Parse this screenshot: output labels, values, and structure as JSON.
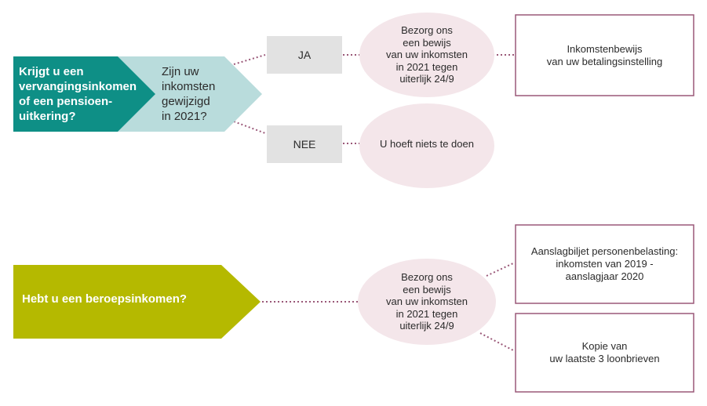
{
  "section1": {
    "question": "Krijgt u een vervangingsinkomen of een pensioen-uitkering?",
    "question_lines": [
      "Krijgt u een",
      "vervangingsinkomen",
      "of een pensioen-",
      "uitkering?"
    ],
    "subquestion_lines": [
      "Zijn uw",
      "inkomsten",
      "gewijzigd",
      "in 2021?"
    ],
    "yes_label": "JA",
    "no_label": "NEE",
    "yes_action_lines": [
      "Bezorg ons",
      "een bewijs",
      "van uw inkomsten",
      "in 2021 tegen",
      "uiterlijk 24/9"
    ],
    "no_action": "U hoeft niets te doen",
    "yes_document_lines": [
      "Inkomstenbewijs",
      "van uw betalingsinstelling"
    ]
  },
  "section2": {
    "question": "Hebt u een beroepsinkomen?",
    "action_lines": [
      "Bezorg ons",
      "een bewijs",
      "van uw inkomsten",
      "in 2021 tegen",
      "uiterlijk 24/9"
    ],
    "document1_lines": [
      "Aanslagbiljet personenbelasting:",
      "inkomsten van 2019 -",
      "aanslagjaar 2020"
    ],
    "document2_lines": [
      "Kopie van",
      "uw laatste 3 loonbrieven"
    ]
  },
  "colors": {
    "teal": "#0e8f86",
    "light_teal": "#b9dcdc",
    "olive": "#b5b900",
    "grey_box": "#e2e2e2",
    "pink_ellipse": "#f4e6ea",
    "border_mauve": "#9a5878",
    "connector": "#9a5878"
  }
}
